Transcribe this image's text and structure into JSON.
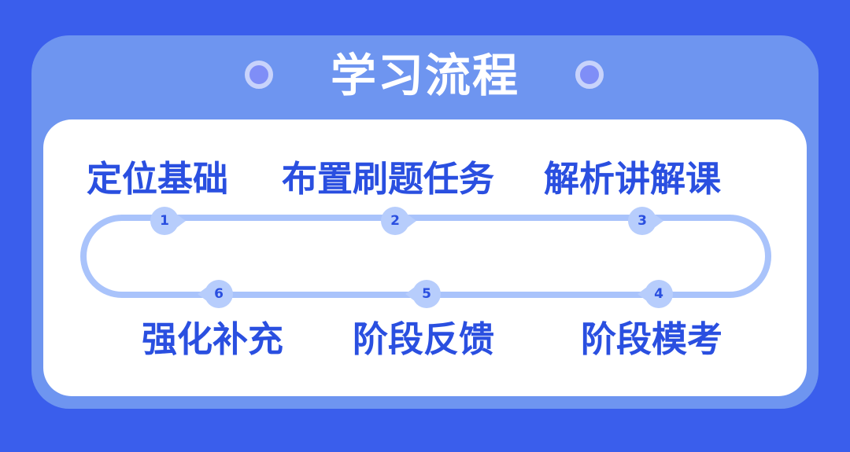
{
  "title": "学习流程",
  "colors": {
    "background": "#3a5eec",
    "outer_card": "#6e95f0",
    "inner_card": "#ffffff",
    "accent_text": "#2a4fe0",
    "loop_line": "#a9c3fb",
    "badge": "#b7cdfc"
  },
  "steps": [
    {
      "number": "1",
      "label": "定位基础"
    },
    {
      "number": "2",
      "label": "布置刷题任务"
    },
    {
      "number": "3",
      "label": "解析讲解课"
    },
    {
      "number": "4",
      "label": "阶段模考"
    },
    {
      "number": "5",
      "label": "阶段反馈"
    },
    {
      "number": "6",
      "label": "强化补充"
    }
  ]
}
